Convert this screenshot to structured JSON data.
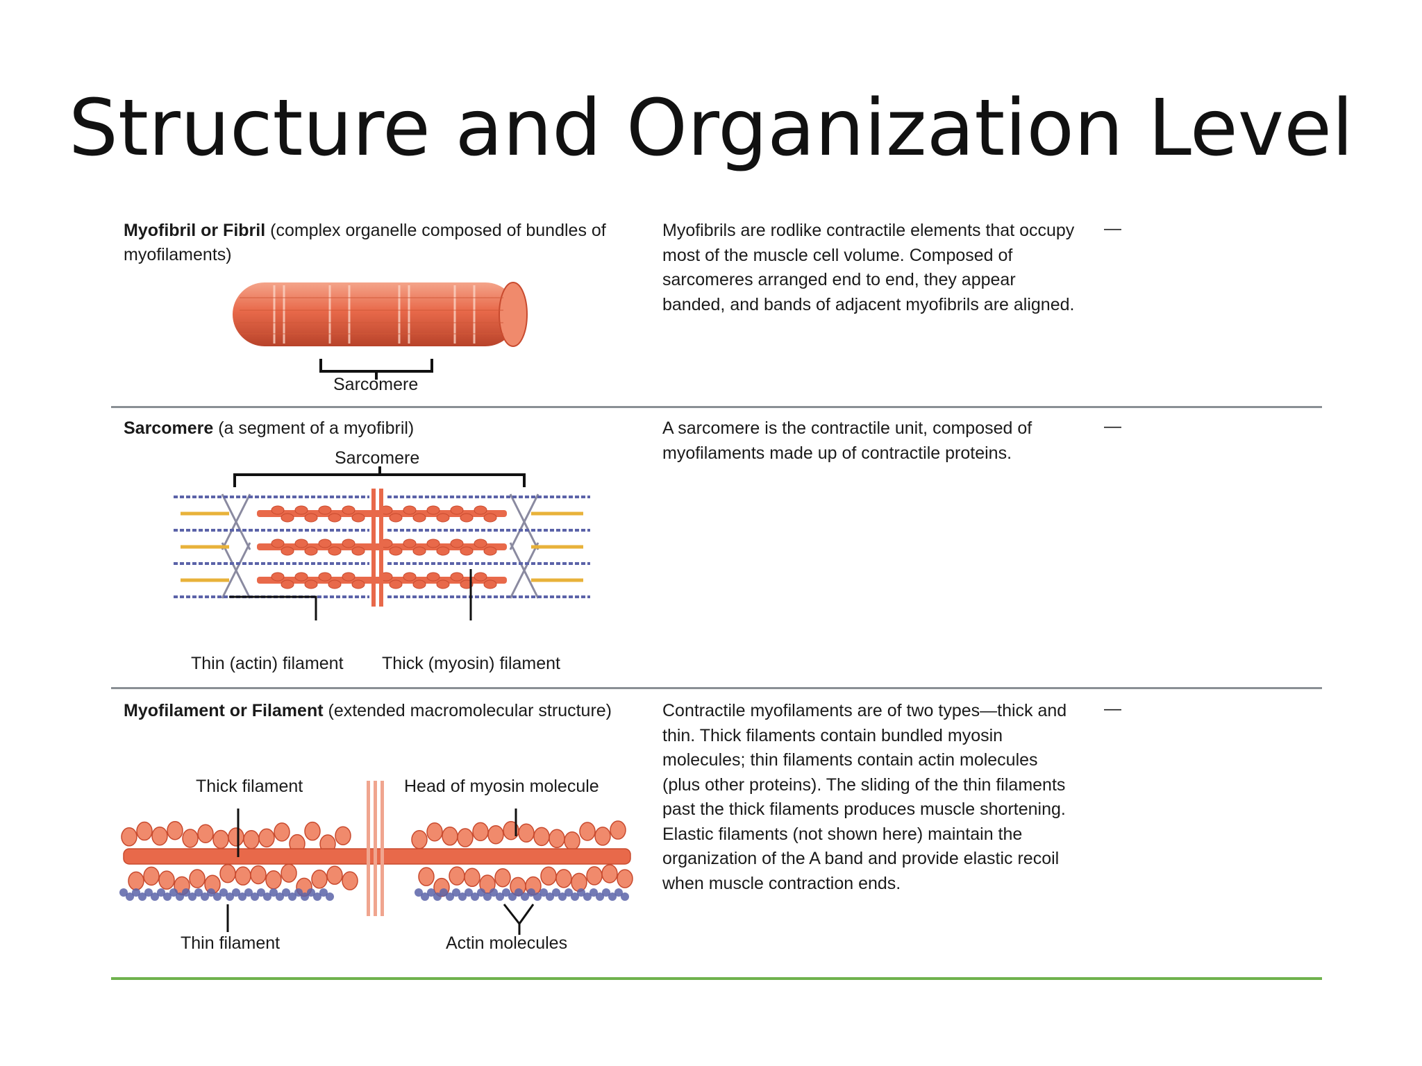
{
  "slide": {
    "title": "Structure and Organization Level"
  },
  "rows": [
    {
      "term": "Myofibril or Fibril",
      "qualifier": "(complex organelle composed of bundles of myofilaments)",
      "description": "Myofibrils are rodlike contractile elements that occupy most of the muscle cell volume. Composed of sarcomeres arranged end to end, they appear banded, and bands of adjacent myofibrils are aligned.",
      "note": "—",
      "labels": {
        "sarcomere": "Sarcomere"
      }
    },
    {
      "term": "Sarcomere",
      "qualifier": "(a segment of a myofibril)",
      "description": "A sarcomere is the contractile unit, composed of myofilaments made up of contractile proteins.",
      "note": "—",
      "labels": {
        "sarcomere": "Sarcomere",
        "thin": "Thin (actin) filament",
        "thick": "Thick (myosin) filament"
      }
    },
    {
      "term": "Myofilament or Filament",
      "qualifier": "(extended macromolecular structure)",
      "description": "Contractile myofilaments are of two types—thick and thin. Thick filaments contain bundled myosin molecules; thin filaments contain actin molecules (plus other proteins). The sliding of the thin filaments past the thick filaments produces muscle shortening. Elastic filaments (not shown here) maintain the organization of the A band and provide elastic recoil when muscle contraction ends.",
      "note": "—",
      "labels": {
        "thick": "Thick filament",
        "head": "Head of myosin molecule",
        "thin": "Thin filament",
        "actin": "Actin molecules"
      }
    }
  ],
  "colors": {
    "muscle": "#e8694a",
    "muscle_dark": "#c84a2e",
    "actin": "#5b63a8",
    "titin": "#e8b23a",
    "rule": "#8a8f94",
    "bottom_rule": "#6fb24d"
  }
}
